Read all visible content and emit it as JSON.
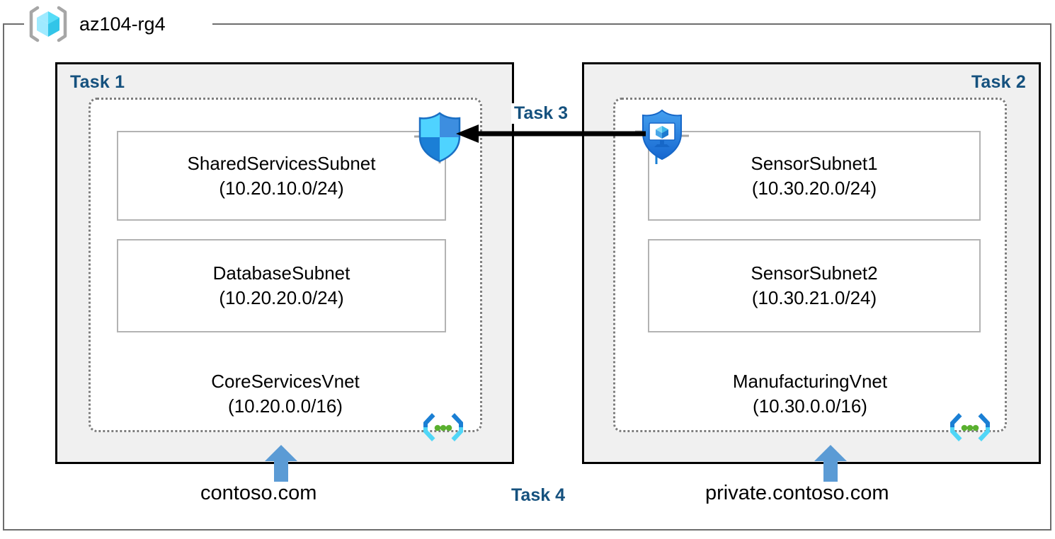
{
  "resource_group": {
    "name": "az104-rg4",
    "icon": "resource-group-cube-icon"
  },
  "panels": [
    {
      "task_label": "Task 1",
      "vnet": {
        "name": "CoreServicesVnet",
        "address_space": "(10.20.0.0/16)",
        "icon": "virtual-network-icon",
        "subnets": [
          {
            "name": "SharedServicesSubnet",
            "address_space": "(10.20.10.0/24)"
          },
          {
            "name": "DatabaseSubnet",
            "address_space": "(10.20.20.0/24)"
          }
        ]
      },
      "dns_zone": "contoso.com",
      "dns_arrow_icon": "up-arrow-icon",
      "security_icon": "shield-icon"
    },
    {
      "task_label": "Task 2",
      "vnet": {
        "name": "ManufacturingVnet",
        "address_space": "(10.30.0.0/16)",
        "icon": "virtual-network-icon",
        "subnets": [
          {
            "name": "SensorSubnet1",
            "address_space": "(10.30.20.0/24)"
          },
          {
            "name": "SensorSubnet2",
            "address_space": "(10.30.21.0/24)"
          }
        ]
      },
      "dns_zone": "private.contoso.com",
      "dns_arrow_icon": "up-arrow-icon",
      "security_icon": "shield-vm-icon"
    }
  ],
  "connections": [
    {
      "label": "Task 3",
      "icon": "left-arrow-icon",
      "direction": "right-to-left"
    }
  ],
  "annotations": [
    {
      "label": "Task 4"
    }
  ],
  "colors": {
    "task_label": "#15517e",
    "panel_fill": "#f0f0f0",
    "panel_border": "#000000",
    "vnet_border": "#7d7d7d",
    "subnet_border": "#b3b3b3",
    "rg_frame_border": "#6d6d6d",
    "dns_arrow": "#5b9bd5",
    "connection_arrow": "#000000",
    "azure_blue": "#0078d4",
    "azure_cyan": "#50e6ff",
    "vnet_dot_green": "#5ab02f"
  }
}
